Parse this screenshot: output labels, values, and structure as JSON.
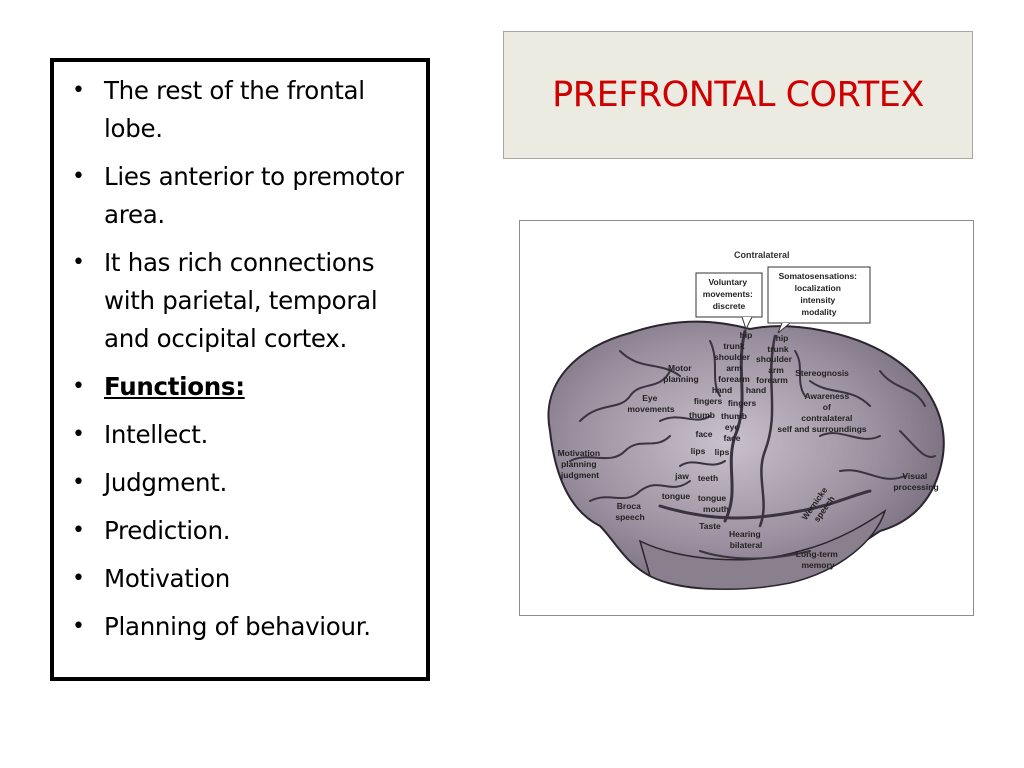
{
  "bullets": [
    {
      "text": "The rest of the frontal lobe."
    },
    {
      "text": "Lies anterior to premotor area."
    },
    {
      "text": "It has rich connections with parietal, temporal and occipital cortex."
    },
    {
      "text": "Functions:"
    },
    {
      "text": "Intellect."
    },
    {
      "text": "Judgment."
    },
    {
      "text": "Prediction."
    },
    {
      "text": "Motivation"
    },
    {
      "text": "Planning of behaviour."
    }
  ],
  "bullet_glyph": "•",
  "title": "PREFRONTAL CORTEX",
  "title_color": "#d00000",
  "figure": {
    "contralateral": "Contralateral",
    "callout_left": [
      "Voluntary",
      "movements:",
      "discrete"
    ],
    "callout_right": [
      "Somatosensations:",
      "localization",
      "intensity",
      "modality"
    ],
    "motor_strip": [
      "hip",
      "trunk",
      "shoulder",
      "arm",
      "forearm",
      "hand",
      "fingers",
      "thumb",
      "face",
      "lips",
      "jaw",
      "tongue"
    ],
    "sensory_strip": [
      "hip",
      "trunk",
      "shoulder",
      "arm",
      "forearm",
      "hand",
      "fingers",
      "thumb",
      "eye",
      "face",
      "lips",
      "teeth",
      "tongue",
      "mouth"
    ],
    "motor_planning": [
      "Motor",
      "planning"
    ],
    "eye_movements": [
      "Eye",
      "movements"
    ],
    "motivation": [
      "Motivation",
      "planning",
      "judgment"
    ],
    "broca": [
      "Broca",
      "speech"
    ],
    "stereognosis": "Stereognosis",
    "awareness": [
      "Awareness",
      "of",
      "contralateral",
      "self and surroundings"
    ],
    "visual": [
      "Visual",
      "processing"
    ],
    "wernicke": [
      "Wernicke",
      "speech"
    ],
    "taste": "Taste",
    "hearing": [
      "Hearing",
      "bilateral"
    ],
    "memory": [
      "Long-term",
      "memory"
    ]
  }
}
